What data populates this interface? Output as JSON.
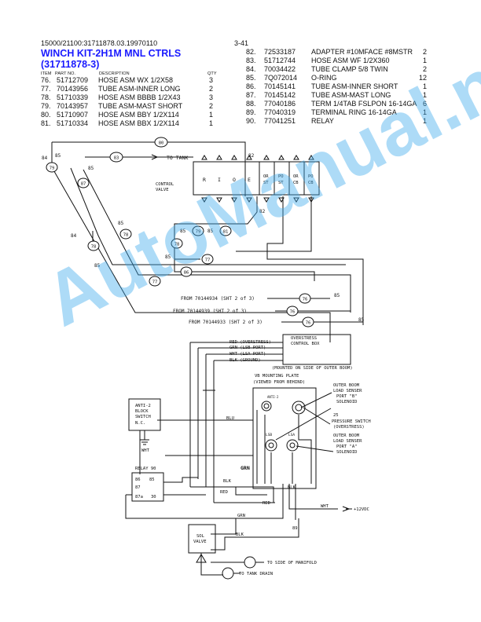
{
  "header": {
    "doc_id": "15000/21100:31711878.03.19970110",
    "page": "3-41",
    "title_line1": "WINCH KIT-2H1M MNL CTRLS",
    "title_line2": "(31711878-3)"
  },
  "columns": {
    "item": "ITEM",
    "partno": "PART NO.",
    "description": "DESCRIPTION",
    "qty": "QTY"
  },
  "parts_left": [
    {
      "item": "76.",
      "part": "51712709",
      "desc": "HOSE ASM WX 1/2X58",
      "qty": "3"
    },
    {
      "item": "77.",
      "part": "70143956",
      "desc": "TUBE ASM-INNER LONG",
      "qty": "2"
    },
    {
      "item": "78.",
      "part": "51710339",
      "desc": "HOSE ASM BBBB 1/2X43",
      "qty": "3"
    },
    {
      "item": "79.",
      "part": "70143957",
      "desc": "TUBE ASM-MAST SHORT",
      "qty": "2"
    },
    {
      "item": "80.",
      "part": "51710907",
      "desc": "HOSE ASM BBY 1/2X114",
      "qty": "1"
    },
    {
      "item": "81.",
      "part": "51710334",
      "desc": "HOSE ASM BBX 1/2X114",
      "qty": "1"
    }
  ],
  "parts_right": [
    {
      "item": "82.",
      "part": "72533187",
      "desc": "ADAPTER #10MFACE #8MSTR",
      "qty": "2"
    },
    {
      "item": "83.",
      "part": "51712744",
      "desc": "HOSE ASM WF 1/2X360",
      "qty": "1"
    },
    {
      "item": "84.",
      "part": "70034422",
      "desc": "TUBE CLAMP 5/8 TWIN",
      "qty": "2"
    },
    {
      "item": "85.",
      "part": "7Q072014",
      "desc": "O-RING",
      "qty": "12"
    },
    {
      "item": "86.",
      "part": "70145141",
      "desc": "TUBE ASM-INNER SHORT",
      "qty": "1"
    },
    {
      "item": "87.",
      "part": "70145142",
      "desc": "TUBE ASM-MAST LONG",
      "qty": "1"
    },
    {
      "item": "88.",
      "part": "77040186",
      "desc": "TERM 1/4TAB FSLPON 16-14GA",
      "qty": "6"
    },
    {
      "item": "89.",
      "part": "77040319",
      "desc": "TERMINAL RING 16-14GA",
      "qty": "1"
    },
    {
      "item": "90.",
      "part": "77041251",
      "desc": "RELAY",
      "qty": "1"
    }
  ],
  "hydraulic": {
    "to_tank": "TO TANK",
    "control_valve": [
      "CONTROL",
      "VALVE"
    ],
    "spools": [
      "R",
      "I",
      "O",
      "E"
    ],
    "sections": [
      [
        "OR",
        "ST"
      ],
      [
        "PO",
        "ST"
      ],
      [
        "OR",
        "CB"
      ],
      [
        "PO",
        "CB"
      ]
    ],
    "from_lines": [
      "FROM 70144934 (SHT 2 of 3)",
      "FROM 70144939 (SHT 2 of 3)",
      "FROM 70144933 (SHT 2 of 3)"
    ],
    "balloons": [
      "80",
      "83",
      "79",
      "87",
      "78",
      "79",
      "81",
      "78",
      "77",
      "78",
      "86",
      "77",
      "76",
      "76",
      "76"
    ],
    "refs": [
      "84",
      "85",
      "82",
      "85",
      "84",
      "85",
      "85",
      "85",
      "85",
      "82",
      "85",
      "85",
      "85"
    ]
  },
  "electrical": {
    "box_title": [
      "OVERSTRESS",
      "CONTROL BOX"
    ],
    "wires": [
      "RED (OVERSTRESS)",
      "GRN (LSB PORT)",
      "WHT (LSA PORT)",
      "BLK (GROUND)"
    ],
    "box_note": "(MOUNTED ON SIDE OF OUTER BOOM)",
    "plate_title": [
      "VB MOUNTING PLATE",
      "(VIEWED FROM BEHIND)"
    ],
    "anti2": "ANTI-2",
    "lsb": "LSB",
    "lsa": "LSA",
    "callout_b": [
      "OUTER BOOM",
      "LOAD SENSER",
      "PORT \"B\"",
      "SOLENOID"
    ],
    "callout_25": "25",
    "callout_ps": [
      "PRESSURE SWITCH",
      "(OVERSTRESS)"
    ],
    "callout_a": [
      "OUTER BOOM",
      "LOAD SENSER",
      "PORT \"A\"",
      "SOLENOID"
    ],
    "switch_label": [
      "ANTI-2",
      "BLOCK",
      "SWITCH",
      "N.C."
    ],
    "relay": "RELAY 90",
    "relay_pins": [
      "86",
      "85",
      "87",
      "87a",
      "30"
    ],
    "wire_labels": [
      "BLU",
      "WHT",
      "GRN",
      "BLK",
      "RED",
      "RED",
      "BLK",
      "WHT",
      "GRN",
      "BLK"
    ],
    "supply": "+12VDC",
    "term_89": "89",
    "sol_valve": [
      "SOL",
      "VALVE"
    ],
    "to_manifold": "TO SIDE OF MANIFOLD",
    "to_tank_drain": "TO TANK DRAIN"
  },
  "watermark": "AutoManual.net"
}
